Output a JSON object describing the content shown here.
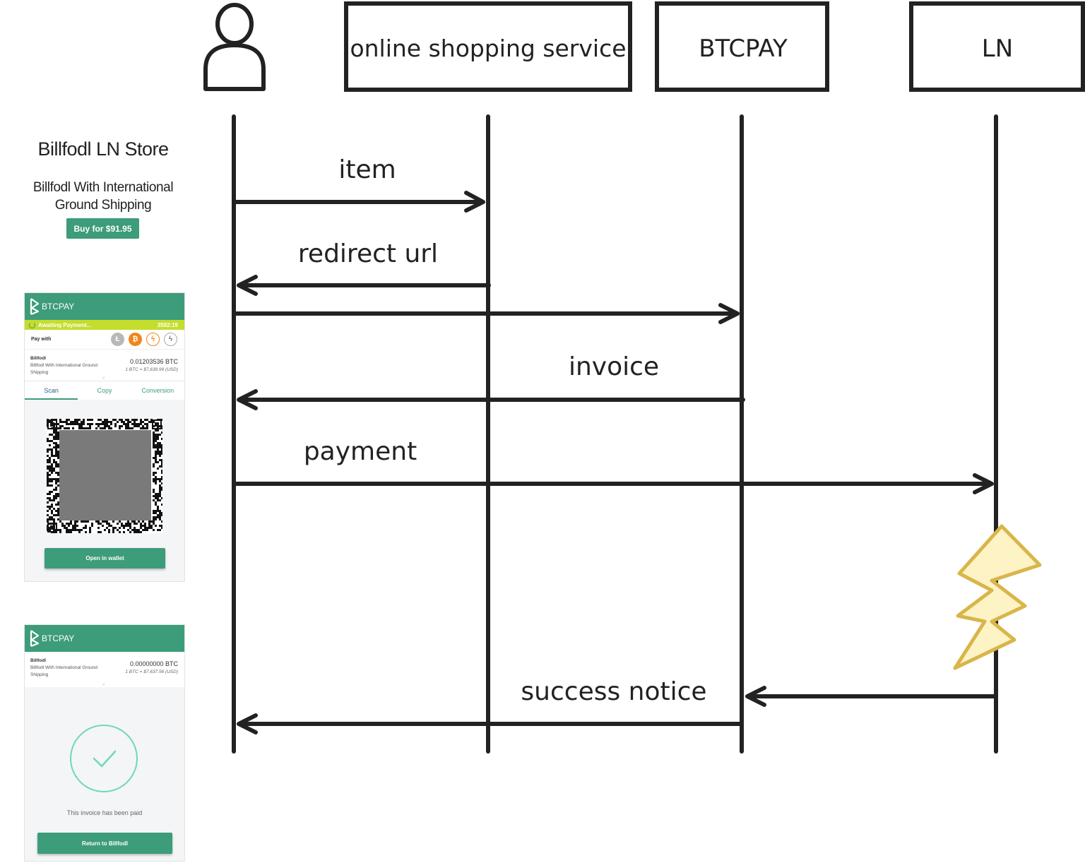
{
  "participants": {
    "shop": "online shopping service",
    "btcpay": "BTCPAY",
    "ln": "LN"
  },
  "messages": {
    "item": "item",
    "redirect_url": "redirect url",
    "invoice": "invoice",
    "payment": "payment",
    "success_notice": "success notice"
  },
  "store": {
    "title": "Billfodl LN Store",
    "product": "Billfodl With International Ground Shipping",
    "buy_label": "Buy for $91.95"
  },
  "checkout": {
    "brand": "BTCPAY",
    "status": "Awaiting Payment...",
    "timer": "3592:19",
    "pay_with": "Pay with",
    "store_name": "Billfodl",
    "item_desc": "Billfodl With International Ground Shipping",
    "amount": "0.01203536 BTC",
    "rate": "1 BTC = $7,639.99 (USD)",
    "tabs": [
      "Scan",
      "Copy",
      "Conversion"
    ],
    "wallet_button": "Open in wallet"
  },
  "paid": {
    "brand": "BTCPAY",
    "store_name": "Billfodl",
    "item_desc": "Billfodl With International Ground Shipping",
    "amount": "0.00000000 BTC",
    "rate": "1 BTC = $7,637.56 (USD)",
    "message": "This invoice has been paid",
    "return_button": "Return to Billfodl"
  },
  "colors": {
    "brand_green": "#3d9c79",
    "status_yellow": "#c5dd2d",
    "lightning_fill": "#fdf3c4",
    "lightning_stroke": "#d9b54a"
  }
}
